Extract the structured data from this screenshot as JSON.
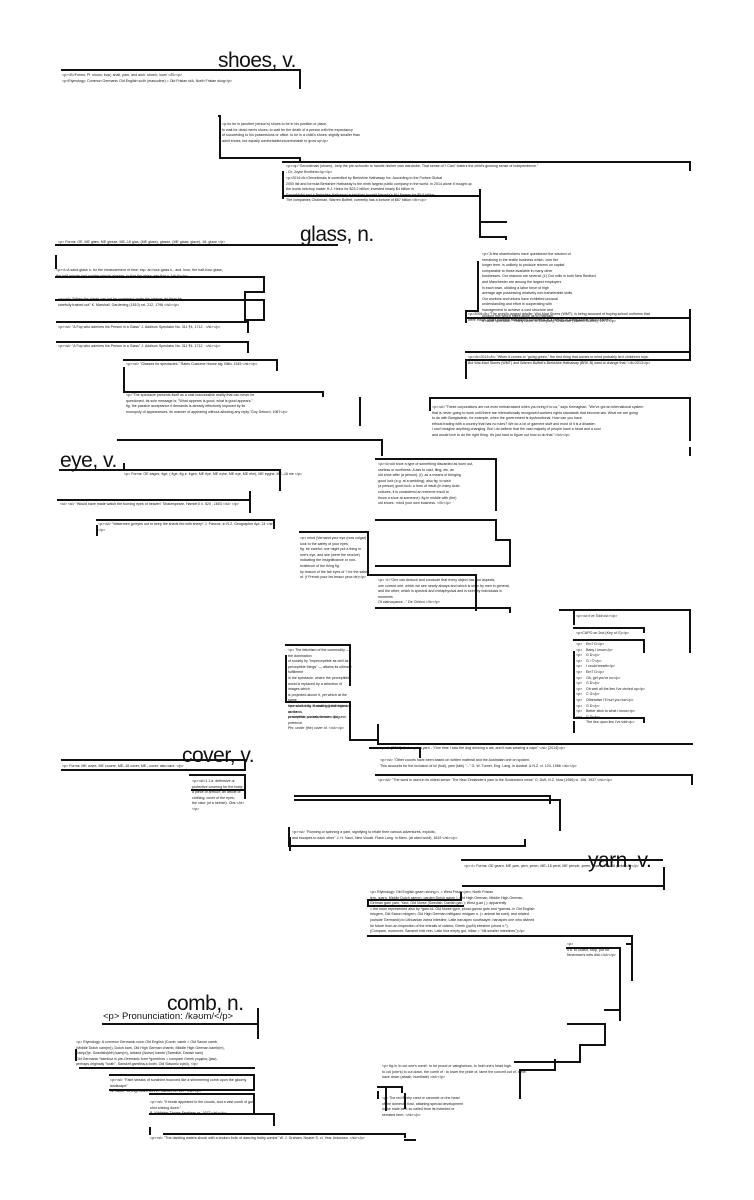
{
  "headwords": {
    "shoes": "shoes, v.",
    "glass": "glass, n.",
    "eye": "eye, v.",
    "cover": "cover, v.",
    "yarn": "yarn, v.",
    "comb": "comb, n."
  },
  "pronunciation": "<p> Pronunciation: /kəʊm/</p>",
  "texts": {
    "s1": "<p><B>Forms: Pl. shoos; bus(; shall, pam, and arch. shoen; /oorr/ </B><p>\n<p>Etymology: Common Germanic Old English scōh (masculine) = Old Frisian skō, North Frisian skog</p>",
    "s2": "<p>to be in (another person's) shoes to be in his position or place.\nto wait for dead men's shoes: to wait for the death of a person with the expectancy\nof succeeding to his possessions or office. to be in a child's shoes: slightly smaller than\nadult shoes, but equally comfortable/uncomfortable to grow up</p>",
    "s3": "<p><q>\"Gerontimals (shoes)...help the pre-schooler to handle his/her own wardrobe. That sense of 'I Can!' fosters the child's growing sense of independence.\"\n- Dr. Joyce Brothers</q></p>",
    "s4": "<p>2014</b>Gerontimals is controlled by Berkshire Hathaway Inc.   According to the Forbes Global\n2000 list and formula Berkshire Hathaway is the ninth largest public company in the world. In 2014 alone it bought up\nthe iconic ketchup maker H.J. Heinz for $23.2 billion; invested nearly $4 billion in\nExxonMobil and a Berkshire Hathaway subsidiary bought Nevada's NV Energy for $5.6 billion.\nThe companies Chairman, Warren Buffett, currently has a fortune of $67 billion.</b></p>",
    "s5": "<p>\"A few shareholders have questioned the wisdom of\nremaining in the textile business which, over the\nlonger term, is unlikely to produce returns on capital\ncomparable to those available in many other\nbusinesses. Our reasons are several: (1) Our mills in both New Bedford\nand Manchester are among the largest employers\nin each town, utilizing a labor force of high\naverage age possessing relatively non-transferable skills.\nOur workers and unions have exhibited unusual\nunderstanding and effort in cooperating with\nmanagement to achieve a cost structure and\nproduct mix which might allow us to maintain\na viable operation.\" Yearly Letter to Company, Chairman (Warren Buffett), 1977 </p>",
    "s6": "<p>2006</b>\"The world's largest retailer, Wal-Mart Stores (WMT), is being accused of buying school uniforms that\nwere made under extreme sweatshop conditions at a factory in Bangladesh\"</b>2006</p>",
    "s7": "<p><b>2013</b> \"When it comes to \"going green,\" the first thing that comes to mind probably isn't children's toys.\nBut Wal-Mart Stores (WMT) and Warren Buffett's Berkshire Hathaway (BRK-B) want to change that.\"</b>2013</p>",
    "s8": "<p><ol>\"These corporations are not even embarrassed when you bring it to us,\" says Kernaghan. \"We've got an international system\nthat is never going to work until there are internationally recognized workers rights standards that become law. What we are going\nto do with Bangladesh, for example, when the government is dysfunctional. How can you have\nethical trading with a country that has no rules? We do a lot of garment stuff and most of it is a disaster.\nI can't imagine anything changing. But I do believe that the vast majority of people have a heart and a soul\nand would love to do the right thing. It's just hard to figure out how to do that.\"</ol></p>",
    "s9": "<p><li>old shoe a type of something discarded as worn out,\nuseless or worthless. A ass to cast, fling, etc. an\nold shoe after (a person), (f), as a means of bringing\ngood luck (e.g. at a wedding); also fig. to wish\n(a person) good luck; a form of insult (in many Arab\ncultures, it is considered an extreme insult to\nthrow a shoe at someone). fig.in middle with (the)\nold shoes : mind your own business. </li></p>",
    "g1": "<p> Forms:  OE, ME glæs, ME glesse, ME–16 glas, (ME glase), glasse, (ME    glaas, glace), 16- glace </p>",
    "g2": "<p><l>A sand-glass n.   for the measurement of time; esp. an hour-glass n., and. hour, the half-hour glass,\nthe half-minute and quarter-minute glasses, to flog the glass: see flog v. 1d</l></p>",
    "g3": "<p><sl> \"When the plants can not be contained under the glasses let them be\ncarefully trained out\" K. Marshall, Gardening (1810) xxi. 212, 1796 </sl></p>",
    "g4": "<p><sl> \"A Fop who admires his Person in a Glass\" J. Addison Spectator No. 311 ¶4, 1712 . </sl></p>",
    "g5": "<p><sl> \"A Fop who admires his Person in a Glass\" J. Addison Spectator No. 311 ¶4, 1712 . </sl></p>",
    "g6": "<p><sl> \"Glasses for spectacles.\" Rates Custome House sig. Biiiiv, 1545 </sl></p>",
    "g7": "<p>\"The spectacle presents itself as a vast inaccessible reality that can never be\nquestioned. Its sole message is: \"What appears is good; what is good appears.\"\nfig. the passive acceptance it demands is already effectively imposed by its\nmonopoly of appearances, its manner of appearing without allowing any reply.\"Guy Debord, 1967</p>",
    "e1": "<p> Forms: OE eages, ēge, ( ēge, ēg-e, ēgen, ME ēye, ME eȝhe, ME eȝe, ME ehe), ME eyghe, ME–16 eie </p>",
    "e2": "<sl> <sl> \"Would have made watch the burning eyes of heaven\" Shakespeare, Hamlet II ii. 520 , 1603 </sl> </p>",
    "e3": "<p><sl> \"Watermen go'eyes out to keep the sheds fed with sheep\" J. Pascoe, in N.Z. Geographer Apr. 24 </sl></p>",
    "e4": "<p> mind (Vernand your eye (now vulgar) look to the safety of your eyes;\nfig. be careful: one might put a thing in one's eye, and see (were the receive)\nindicating the insignificance or non-existence of the thing fig.\nby reason of the fair eyes of ? for the sake of. (f French pour les beaux yeux de)</p>",
    "e5": "<p> <l>\"One can deduce and conclude that every object has two aspects,\none current one, which we see nearly always and which is seen by men in general,\nand the other, which is spectral and metaphysical and is seen by individuals in moments\nOf clairvoyance...\" De Chirico </li></p>",
    "c1": "<p> The fetichism of the commodity — the domination\nof society by \"imperceptible as well as\nperceptible things\" — attains its ultimate fulfillment\nin the spectacle, where the perceptible\nworld is replaced by a selection of images which\nis projected above it, yet which at the same\ntime succeeds in making itself regarded as the\nperceptible par excellence.</p>",
    "c2": "<p><ol>3.4 fig. Something that hides, conceals,\nor screens; a cloak, screen, disguise, pretence.\nPhr. under (the) cover of. </ol></p>",
    "c3": "<p> Forms: ME covre, ME couere, ME–16 cover, ME– cover. also care. </p>",
    "c4": "<p><ol>1.1.a. defensive or protective covering for the body;\na piece of armour; an article of clothing; cover of the eyes;\nthe visor (of a helmet). Obs.</ol></p>",
    "r1": "<p><ul>I've Told</ul></p>",
    "r2": "<p>CAPO on 2nd (Key of G)</p>",
    "r3": "<p>\n<p>\n<p>\n<p>\n<p>\n<p>\n<p>\n<p>\n<p>\n<p>\n<p>\n<p>\n<p>\n<p>",
    "r4": "Em7 D</p>\nBaby I know</p>\nG D</p>\nG / ©</p>\nI could breath</p>\nEm7 D</p>\nOh, girl you're no</p>\nG D</p>\nOh well all the lies I've circled up</p>\nC G</p>\nOtherwise I'll hurt you too</p>\nG D</p>\nBetter stick to what I know</p>\nG D</p>\nThe lies upon lies I've told</p>",
    "y1": "<p><l>[2014]</l> to spin a yarn - \"One time I saw the dog drinking a cat, and it was wearing a cape\" </sl> [2014]</p>",
    "y2": "<p><sl> \"Other counts have been based on written material and the Australian one on spoken.\nThis accounts for the inclusion of lol (fudl), yarn (talk) \"...\" G. W. Turner, Eng. Lang. in Austral. & N.Z. vi. 124, 1966 </sl></p>",
    "y3": "<p><sl> \"The word is used in its oldest sense. The New Zealander's yarn is the Scotsman's news\" O. Duff, N.Z. Now (1956) vi. 106, 1937 </sl></p>",
    "y4": "<p><sl> \"Running or spinning a yarn, signifying to relate their various adventures, exploits,\nand escapes to each other\" J. H. Vaux, New Vocab. Flash Lang. in Mem. (at cited word), 1819 </sl></p>",
    "y5": "<p><l> Forms: OE gearn, ME ȝarn, ȝern, ȝeorn, ME–16 ȝerid, ME ȝernde, ȝeren, ȝewrn, ME–16 ȝerke.</l></p>",
    "y6": "<p> Etymology:  Old English gearn strong n. = West Frisian  jern, North Frisian\njern, ȝuarn, Middle Dutch ȝaeren, garden Dutch garen ), Old High German, Middle High German,\nGerman garn yarn, Yard, Old Norse (Swedish, Danish gan ); West g-ari ( ); apparently\n= the noun represented also by *garn-id- Old Norse gǫrn, plural garnar guts and *garnas- in Old English\nmicgern, Old Saxon midgern, Old High German mittigarni midgarn n. (= animal fat suet), and related\n(outside Germanic) to Lithuanian žarna intestine, Latin haruspex soothsayer, haruspex one who divined\nhe future from an inspection of the entrails of victims; Greek χορδή intestine (chord n.¹).\n(Compare, moreover, Sanskrit hirā vein, Latin hira empty gut, hillae = \"hill-smaller intestines\")</p>",
    "y7": "<p>\nII.8. to collect, stop, put for fisherman's nets dial.</ol></p>",
    "m1": "<p> Etymology:  A common Germanic noun Old English (Comb, camb = Old Saxon camb,\n(Middle Dutch cam(m)), Dutch kam, Old High German chamb, Middle High German kamb(m),\nKamp(f)e, Swedish(kbh) kam(m), Iceland (Norse) kambr (Swedish, Danish kam)\nOld Germanic *kamboz is pre-Germanic form *gombhos = compare Greek γομφίος (jaw),\nperhaps originally \"tooth\", Sanskrit gambha-s tooth, Old Slavonic zǫbŭ). </p>",
    "m2": "<p><sl> \"Faint streaks of sunshine bounced like a shimmering comb upon the gloomy landscape\"\nW. Black, Strange Adventures Phaeton xx. 167, </sl></p>",
    "m3": "<p><sl> \"It break appeared in the clouds, and a vast comb of gold shot shining down.\"\nB. Whitaker Thorns Feathers xx, 1673 </sl></p>",
    "m4": "<p><sl> \"The darkling waters shook with a broken frolic of dancing frothy combs\" W. J. Graham, Nearer S. vi, Year Unknown. </sl></p>",
    "m5": "<p> fig.in 'to cut one's comb': to be proud or vainglorious, to hold one's head high.\nto cut (one's) to cut down, the comb of : to lower the pride of, tame the conceit out of, tame.\nhave down (abash, humiliate) </sl></p>",
    "m6": "<p> The red fleshy crest or caruncle on the head\nof the domestic fowl, attaining special development\nin the male bird; so called from its indented or\nserrated form. </ol></p>"
  }
}
